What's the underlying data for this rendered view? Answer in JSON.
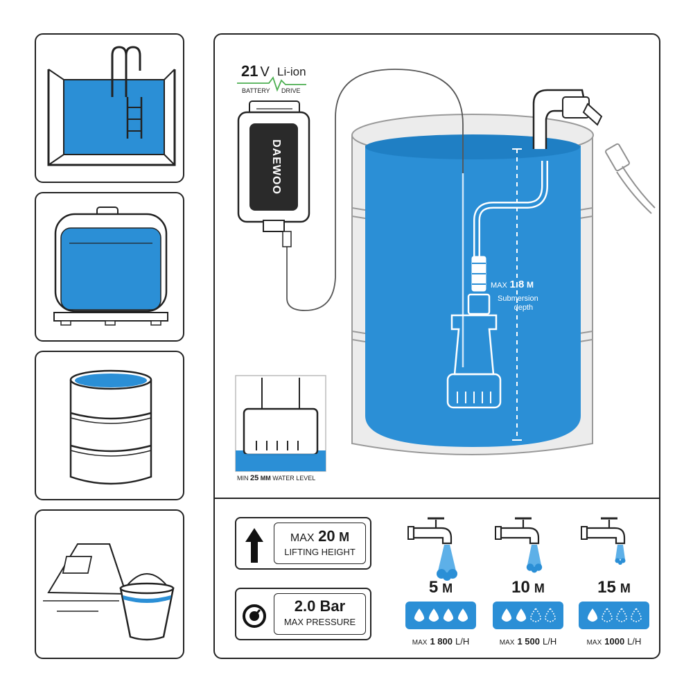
{
  "colors": {
    "water": "#2b8fd6",
    "water_light": "#5db0e8",
    "outline": "#222222",
    "barrel": "#ececec",
    "accent_green": "#4caf50"
  },
  "battery": {
    "voltage": "21",
    "volt_unit": "V",
    "type": "Li-ion",
    "caption_left": "BATTERY",
    "caption_right": "DRIVE",
    "brand": "DAEWOO"
  },
  "submersion": {
    "max_label": "MAX",
    "value": "1.8",
    "unit": "M",
    "line1": "Submersion",
    "line2": "depth"
  },
  "min_level": {
    "prefix": "MIN",
    "value": "25",
    "unit": "MM",
    "suffix": "WATER LEVEL"
  },
  "lifting": {
    "max_label": "MAX",
    "value": "20",
    "unit": "M",
    "caption": "LIFTING HEIGHT"
  },
  "pressure": {
    "value": "2.0 Bar",
    "caption": "MAX PRESSURE"
  },
  "flows": [
    {
      "height": "5",
      "unit": "M",
      "max_label": "MAX",
      "rate": "1 800",
      "rate_unit": "L/H",
      "filled_drops": 4,
      "total_drops": 4
    },
    {
      "height": "10",
      "unit": "M",
      "max_label": "MAX",
      "rate": "1 500",
      "rate_unit": "L/H",
      "filled_drops": 2,
      "total_drops": 4
    },
    {
      "height": "15",
      "unit": "M",
      "max_label": "MAX",
      "rate": "1000",
      "rate_unit": "L/H",
      "filled_drops": 1,
      "total_drops": 4
    }
  ],
  "applications": [
    "pool-icon",
    "ibc-tank-icon",
    "barrel-icon",
    "tent-bucket-icon"
  ]
}
